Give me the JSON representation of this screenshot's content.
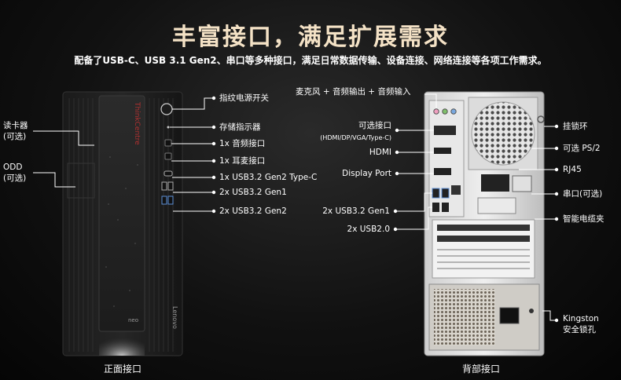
{
  "header": {
    "title": "丰富接口，满足扩展需求",
    "subtitle": "配备了USB-C、USB 3.1 Gen2、串口等多种接口，满足日常数据传输、设备连接、网络连接等各项工作需求。"
  },
  "front": {
    "caption": "正面接口",
    "brand_vertical": "ThinkCentre",
    "brand_bottom": "Lenovo",
    "model_badge": "neo",
    "left_labels": {
      "card_reader_1": "读卡器",
      "card_reader_2": "(可选)",
      "odd_1": "ODD",
      "odd_2": "(可选)"
    },
    "right_labels": {
      "fingerprint_power": "指纹电源开关",
      "storage_indicator": "存储指示器",
      "audio_jack": "1x 音频接口",
      "headset_jack": "1x 耳麦接口",
      "usb_typec": "1x USB3.2 Gen2 Type-C",
      "usb_gen1": "2x USB3.2 Gen1",
      "usb_gen2": "2x USB3.2 Gen2"
    }
  },
  "rear": {
    "caption": "背部接口",
    "left_labels": {
      "mic_audio": "麦克风 + 音频输出 + 音频输入",
      "optional_port_1": "可选接口",
      "optional_port_2": "(HDMI/DP/VGA/Type-C)",
      "hdmi": "HDMI",
      "displayport": "Display Port",
      "usb32_gen1": "2x USB3.2 Gen1",
      "usb20": "2x USB2.0"
    },
    "right_labels": {
      "lock_ring": "挂锁环",
      "ps2": "可选 PS/2",
      "rj45": "RJ45",
      "serial": "串口(可选)",
      "cable_clip": "智能电缆夹",
      "kingston_1": "Kingston",
      "kingston_2": "安全锁孔"
    }
  },
  "colors": {
    "title": "#f4e2c6",
    "background": "#111111",
    "text": "#ffffff"
  }
}
